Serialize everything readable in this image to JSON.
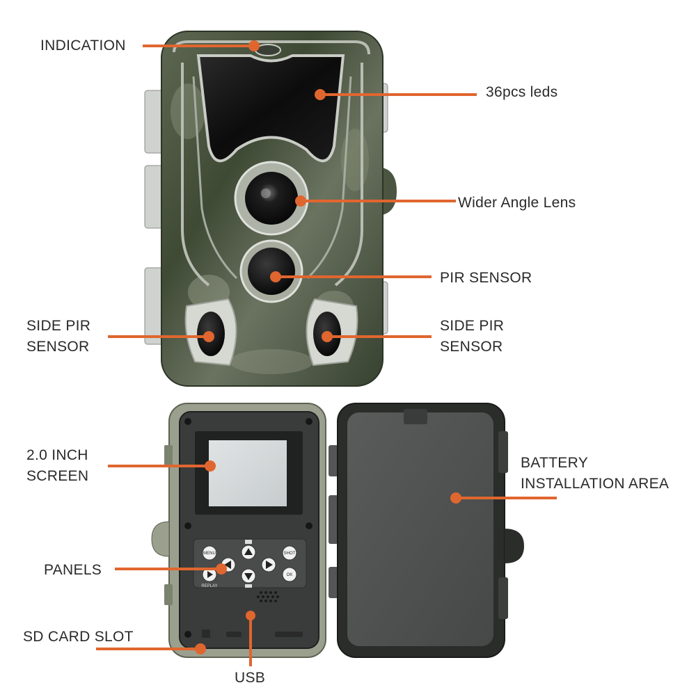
{
  "labels": {
    "indication": "INDICATION",
    "leds": "36pcs leds",
    "lens": "Wider Angle Lens",
    "pir": "PIR SENSOR",
    "side_pir_left": {
      "line1": "SIDE PIR",
      "line2": "SENSOR"
    },
    "side_pir_right": {
      "line1": "SIDE PIR",
      "line2": "SENSOR"
    },
    "screen": {
      "line1": "2.0 INCH",
      "line2": "SCREEN"
    },
    "battery": {
      "line1": "BATTERY",
      "line2": "INSTALLATION AREA"
    },
    "panels": "PANELS",
    "sd_slot": "SD CARD SLOT",
    "usb": "USB"
  },
  "keypad": {
    "menu": "MENU",
    "shot": "SHOT",
    "ok": "OK",
    "replay": "REPLAY"
  },
  "colors": {
    "callout": "#e0662f",
    "camo_dark": "#3f4a35",
    "camo_light": "#a8ad9c",
    "body_dark": "#2b2d2b"
  }
}
